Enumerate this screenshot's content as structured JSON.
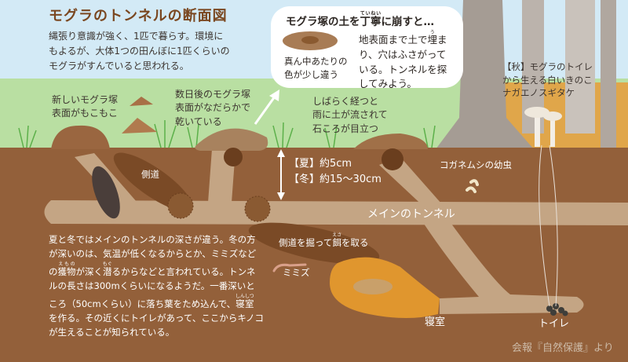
{
  "title": "モグラのトンネルの断面図",
  "intro": [
    "縄張り意識が強く、1匹で暮らす。環境に",
    "もよるが、大体1つの田んぼに1匹くらいの",
    "モグラがすんでいると思われる。"
  ],
  "bubble": {
    "title_pre": "モグラ塚の土を",
    "title_ruby_base": "丁寧",
    "title_ruby": "ていねい",
    "title_post": "に崩すと…",
    "left_caption": [
      "真ん中あたりの",
      "色が少し違う"
    ],
    "right_pre": "地表面まで土で",
    "right_ruby_base": "埋",
    "right_ruby": "う",
    "right_post": "ま",
    "right_lines": [
      "り、穴はふさがって",
      "いる。トンネルを探",
      "してみよう。"
    ]
  },
  "labels": {
    "new_mound": [
      "新しいモグラ塚",
      "表面がもこもこ"
    ],
    "days_later": [
      "数日後のモグラ塚",
      "表面がなだらかで",
      "乾いている"
    ],
    "after_while": [
      "しばらく経つと",
      "雨に土が流されて",
      "石ころが目立つ"
    ],
    "autumn": [
      "【秋】モグラのトイレ",
      "から生える白いきのこ",
      "ナガエノスギタケ"
    ],
    "depth_summer": "【夏】約5cm",
    "depth_winter": "【冬】約15〜30cm",
    "side_tunnel": "側道",
    "grub": "コガネムシの幼虫",
    "main_tunnel": "メインのトンネル",
    "side_pre": "側道を掘って",
    "side_ruby_base": "餌",
    "side_ruby": "えさ",
    "side_post": "を取る",
    "earthworm": "ミミズ",
    "bedroom": "寝室",
    "toilet": "トイレ"
  },
  "paragraph": {
    "l1": "夏と冬ではメインのトンネルの深さが違う。冬の方",
    "l2": "が深いのは、気温が低くなるからとか、ミミズなど",
    "l3_pre": "の",
    "l3_ruby_base": "獲物",
    "l3_ruby": "えもの",
    "l3_mid": "が深く",
    "l3_ruby2_base": "潜",
    "l3_ruby2": "もぐ",
    "l3_post": "るからなどと言われている。トンネ",
    "l4": "ルの長さは300mくらいになるようだ。一番深いと",
    "l5_pre": "ころ（50cmくらい）に落ち葉をため込んで、",
    "l5_ruby_base": "寝室",
    "l5_ruby": "しんしつ",
    "l6": "を作る。その近くにトイレがあって、ここからキノコ",
    "l7": "が生えることが知られている。"
  },
  "credit": "会報『自然保護』より",
  "colors": {
    "sky": "#d3eaf6",
    "grass": "#b9dfa2",
    "soil": "#93603a",
    "tunnel": "#c4a584",
    "title": "#7a4720",
    "autumn": "#e0a64a",
    "tree": "#a59c94"
  }
}
